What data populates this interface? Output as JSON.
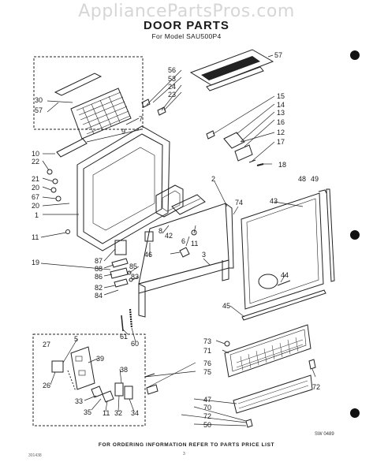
{
  "watermark": "AppliancePartsPros.com",
  "title": "DOOR PARTS",
  "subtitle": "For Model SAU500P4",
  "footer": "FOR ORDERING INFORMATION REFER TO PARTS PRICE LIST",
  "drawing_code": "SW 0489",
  "doc_code": "301438",
  "page_number": "3",
  "callouts": [
    {
      "id": "c-56",
      "text": "56"
    },
    {
      "id": "c-53",
      "text": "53"
    },
    {
      "id": "c-24",
      "text": "24"
    },
    {
      "id": "c-23",
      "text": "23"
    },
    {
      "id": "c-57a",
      "text": "57"
    },
    {
      "id": "c-30",
      "text": "30"
    },
    {
      "id": "c-57b",
      "text": "57"
    },
    {
      "id": "c-15",
      "text": "15"
    },
    {
      "id": "c-14",
      "text": "14"
    },
    {
      "id": "c-13",
      "text": "13"
    },
    {
      "id": "c-16",
      "text": "16"
    },
    {
      "id": "c-12",
      "text": "12"
    },
    {
      "id": "c-17",
      "text": "17"
    },
    {
      "id": "c-7",
      "text": "7"
    },
    {
      "id": "c-9",
      "text": "9"
    },
    {
      "id": "c-18",
      "text": "18"
    },
    {
      "id": "c-10",
      "text": "10"
    },
    {
      "id": "c-22",
      "text": "22"
    },
    {
      "id": "c-21",
      "text": "21"
    },
    {
      "id": "c-20a",
      "text": "20"
    },
    {
      "id": "c-67",
      "text": "67"
    },
    {
      "id": "c-20b",
      "text": "20"
    },
    {
      "id": "c-1",
      "text": "1"
    },
    {
      "id": "c-2",
      "text": "2"
    },
    {
      "id": "c-74",
      "text": "74"
    },
    {
      "id": "c-48",
      "text": "48"
    },
    {
      "id": "c-49",
      "text": "49"
    },
    {
      "id": "c-43",
      "text": "43"
    },
    {
      "id": "c-11a",
      "text": "11"
    },
    {
      "id": "c-8",
      "text": "8"
    },
    {
      "id": "c-6",
      "text": "6"
    },
    {
      "id": "c-42",
      "text": "42"
    },
    {
      "id": "c-11b",
      "text": "11"
    },
    {
      "id": "c-46",
      "text": "46"
    },
    {
      "id": "c-3",
      "text": "3"
    },
    {
      "id": "c-19",
      "text": "19"
    },
    {
      "id": "c-87",
      "text": "87"
    },
    {
      "id": "c-88",
      "text": "88"
    },
    {
      "id": "c-86",
      "text": "86"
    },
    {
      "id": "c-85",
      "text": "85"
    },
    {
      "id": "c-83",
      "text": "83"
    },
    {
      "id": "c-82",
      "text": "82"
    },
    {
      "id": "c-84",
      "text": "84"
    },
    {
      "id": "c-44",
      "text": "44"
    },
    {
      "id": "c-45",
      "text": "45"
    },
    {
      "id": "c-61",
      "text": "61"
    },
    {
      "id": "c-60",
      "text": "60"
    },
    {
      "id": "c-5",
      "text": "5"
    },
    {
      "id": "c-27",
      "text": "27"
    },
    {
      "id": "c-39",
      "text": "39"
    },
    {
      "id": "c-38",
      "text": "38"
    },
    {
      "id": "c-26",
      "text": "26"
    },
    {
      "id": "c-33",
      "text": "33"
    },
    {
      "id": "c-35",
      "text": "35"
    },
    {
      "id": "c-11c",
      "text": "11"
    },
    {
      "id": "c-32",
      "text": "32"
    },
    {
      "id": "c-34",
      "text": "34"
    },
    {
      "id": "c-73",
      "text": "73"
    },
    {
      "id": "c-71",
      "text": "71"
    },
    {
      "id": "c-76",
      "text": "76"
    },
    {
      "id": "c-75",
      "text": "75"
    },
    {
      "id": "c-72a",
      "text": "72"
    },
    {
      "id": "c-47",
      "text": "47"
    },
    {
      "id": "c-70",
      "text": "70"
    },
    {
      "id": "c-72b",
      "text": "72"
    },
    {
      "id": "c-50",
      "text": "50"
    }
  ]
}
